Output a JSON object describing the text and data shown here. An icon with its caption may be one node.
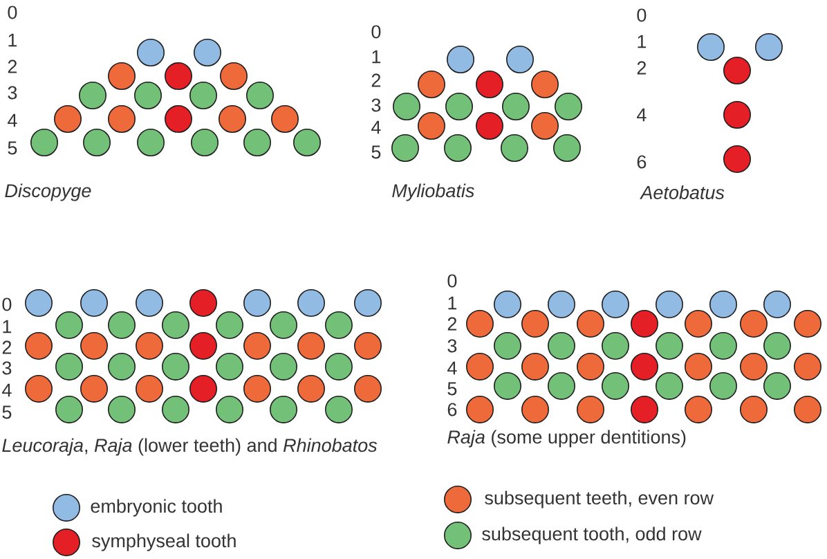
{
  "diagram": {
    "labels": [
      "0",
      "1",
      "2",
      "3",
      "4",
      "5",
      "Discopyge",
      "0",
      "1",
      "2",
      "3",
      "4",
      "5",
      "Myliobatis",
      "0",
      "1",
      "2",
      "4",
      "6",
      "Aetobatus",
      "0",
      "1",
      "2",
      "3",
      "4",
      "5",
      "*Leucoraja*, *Raja* (lower teeth) and *Rhinobatos*",
      "0",
      "1",
      "2",
      "3",
      "4",
      "5",
      "6",
      "*Raja* (some upper dentitions)"
    ],
    "legend": [
      {
        "text": "embryonic tooth",
        "color": "#91bbe3"
      },
      {
        "text": "symphyseal tooth",
        "color": "#e41f26"
      },
      {
        "text": "subsequent teeth, even row",
        "color": "#ef6a3b"
      },
      {
        "text": "subsequent tooth, odd row",
        "color": "#73c178"
      }
    ]
  }
}
